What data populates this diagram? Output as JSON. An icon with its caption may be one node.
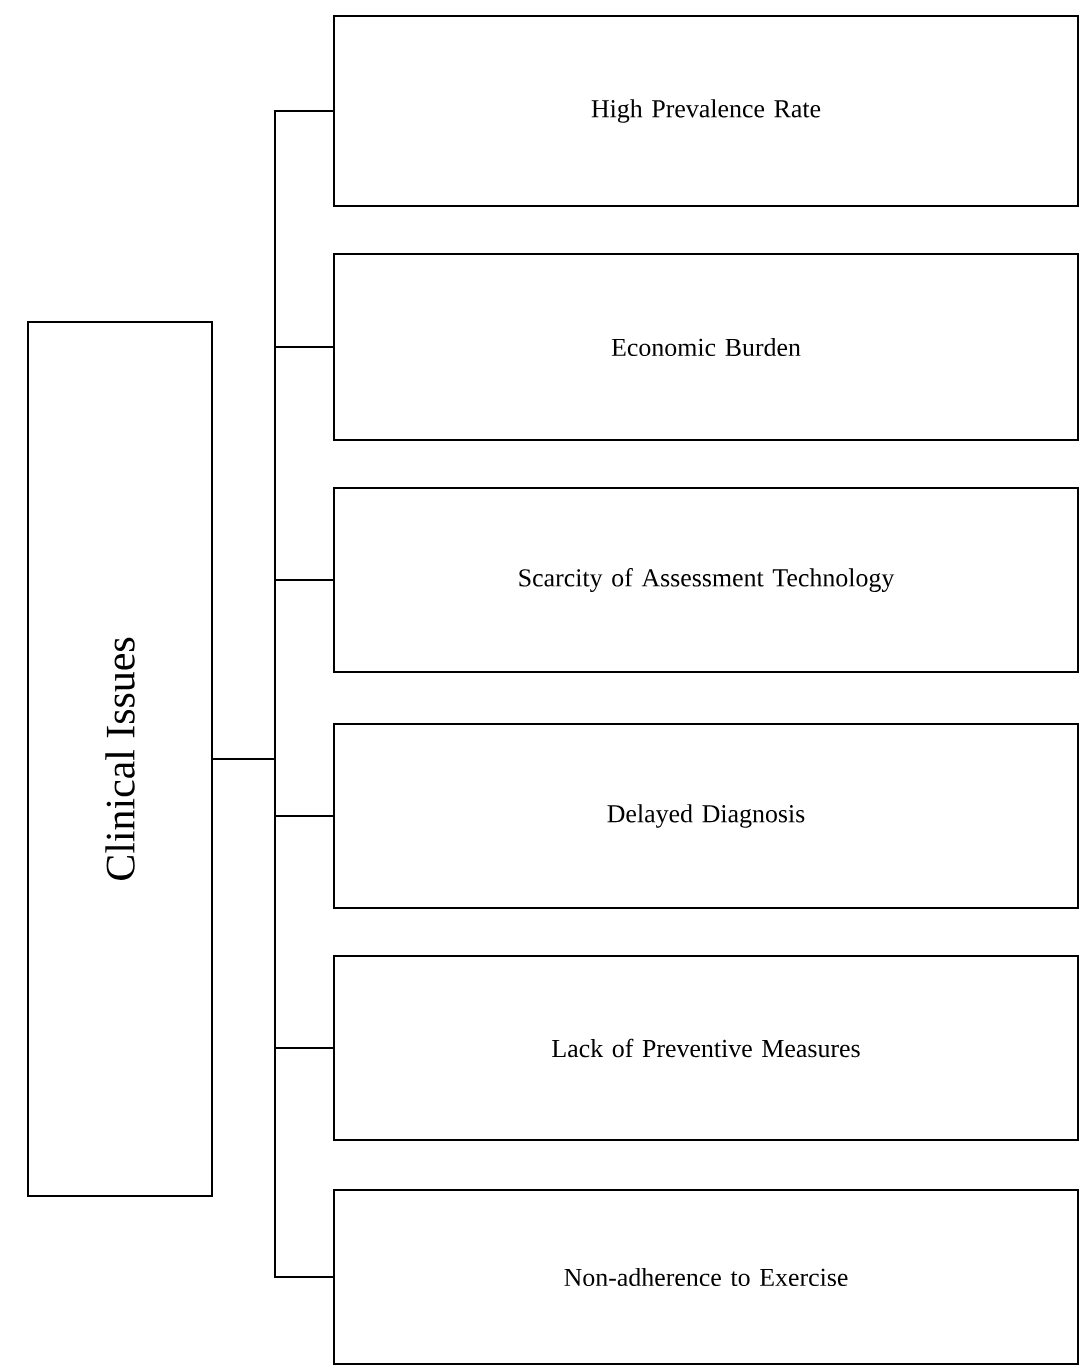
{
  "diagram": {
    "nodes": [
      {
        "text": [
          "Clinical Issues"
        ]
      },
      {
        "text": [
          "High Prevalence Rate"
        ]
      },
      {
        "text": [
          "Economic Burden"
        ]
      },
      {
        "text": [
          "Scarcity of Assessment Technology"
        ]
      },
      {
        "text": [
          "Delayed Diagnosis"
        ]
      },
      {
        "text": [
          "Lack of Preventive Measures"
        ]
      },
      {
        "text": [
          "Non-adherence to Exercise"
        ]
      }
    ],
    "edges": [
      {
        "from": 0,
        "to": 1,
        "arrow": "none"
      },
      {
        "from": 0,
        "to": 2,
        "arrow": "none"
      },
      {
        "from": 0,
        "to": 3,
        "arrow": "none"
      },
      {
        "from": 0,
        "to": 4,
        "arrow": "none"
      },
      {
        "from": 0,
        "to": 5,
        "arrow": "none"
      },
      {
        "from": 0,
        "to": 6,
        "arrow": "none"
      }
    ]
  }
}
